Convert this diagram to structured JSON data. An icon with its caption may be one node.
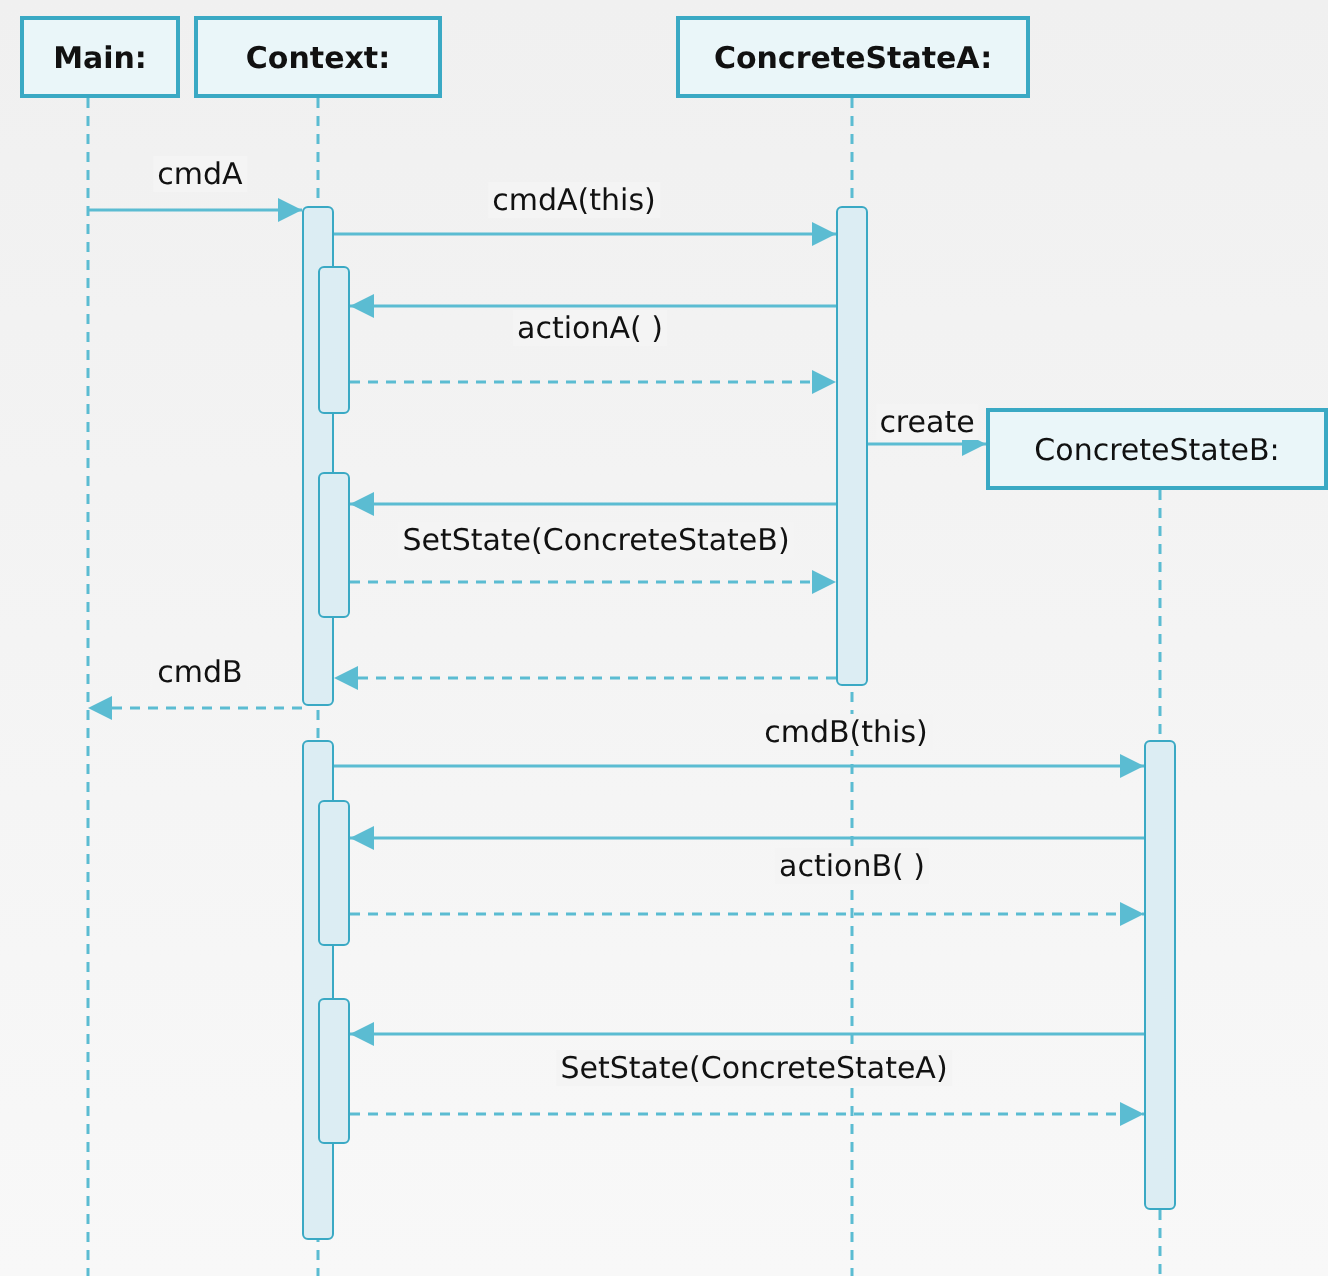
{
  "diagram": {
    "nodes": [
      {
        "text": [
          "Main:"
        ]
      },
      {
        "text": [
          "Context:"
        ]
      },
      {
        "text": [
          "ConcreteStateA:"
        ]
      },
      {
        "text": [
          "ConcreteStateB:"
        ]
      },
      {
        "text": [],
        "shape": "bar",
        "in": 1
      },
      {
        "text": [],
        "shape": "bar",
        "in": 1
      },
      {
        "text": [],
        "shape": "bar",
        "in": 1
      },
      {
        "text": [],
        "shape": "bar",
        "in": 2
      },
      {
        "text": [],
        "shape": "bar",
        "in": 1
      },
      {
        "text": [],
        "shape": "bar",
        "in": 1
      },
      {
        "text": [],
        "shape": "bar",
        "in": 1
      },
      {
        "text": [],
        "shape": "bar",
        "in": 3
      }
    ],
    "edges": [
      {
        "from": 0,
        "to": 4,
        "arrow": "to",
        "label": "cmdA"
      },
      {
        "from": 4,
        "to": 7,
        "arrow": "to",
        "label": "cmdA(this)"
      },
      {
        "from": 7,
        "to": 5,
        "arrow": "to",
        "label": "actionA( )"
      },
      {
        "from": 5,
        "to": 7,
        "arrow": "to",
        "style": "dashed"
      },
      {
        "from": 7,
        "to": 3,
        "arrow": "to",
        "label": "create"
      },
      {
        "from": 7,
        "to": 6,
        "arrow": "to",
        "label": "SetState(ConcreteStateB)"
      },
      {
        "from": 6,
        "to": 7,
        "arrow": "to",
        "style": "dashed"
      },
      {
        "from": 7,
        "to": 4,
        "arrow": "to",
        "style": "dashed"
      },
      {
        "from": 4,
        "to": 0,
        "arrow": "to",
        "style": "dashed",
        "label": "cmdB"
      },
      {
        "from": 8,
        "to": 11,
        "arrow": "to",
        "label": "cmdB(this)"
      },
      {
        "from": 11,
        "to": 9,
        "arrow": "to",
        "label": "actionB( )"
      },
      {
        "from": 9,
        "to": 11,
        "arrow": "to",
        "style": "dashed"
      },
      {
        "from": 11,
        "to": 10,
        "arrow": "to",
        "label": "SetState(ConcreteStateA)"
      },
      {
        "from": 10,
        "to": 11,
        "arrow": "to",
        "style": "dashed"
      }
    ]
  }
}
